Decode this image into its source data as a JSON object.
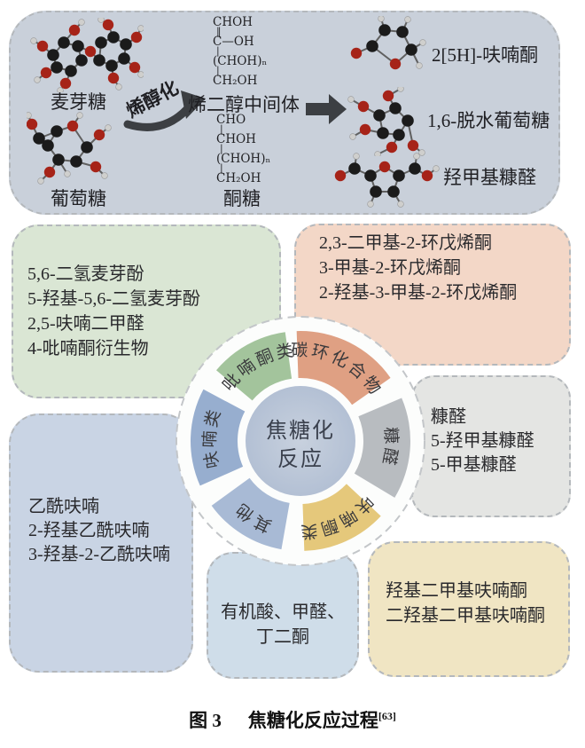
{
  "figure": {
    "caption_prefix": "图 3",
    "caption_title": "焦糖化反应过程",
    "caption_ref": "[63]"
  },
  "top_panel": {
    "maltose_label": "麦芽糖",
    "glucose_label": "葡萄糖",
    "enolization_label": "烯醇化",
    "enediol_lines": [
      "CHOH",
      "‖",
      "C—OH",
      "|",
      "(CHOH)ₙ",
      "|",
      "CH₂OH"
    ],
    "enediol_label": "烯二醇中间体",
    "ketose_lines": [
      "CHO",
      "|",
      "CHOH",
      "|",
      "(CHOH)ₙ",
      "|",
      "CH₂OH"
    ],
    "ketose_label": "酮糖",
    "products": [
      "2[5H]-呋喃酮",
      "1,6-脱水葡萄糖",
      "羟甲基糠醛"
    ]
  },
  "wheel": {
    "center_lines": [
      "焦糖化",
      "反应"
    ],
    "ring_colors": {
      "white_disc": "#fcfdfc",
      "center_fill_light": "#c8d1de",
      "center_fill_dark": "#b3c0d4"
    },
    "segments": [
      {
        "label": "碳环化合物",
        "color": "#dfa083",
        "start": -2,
        "end": 55
      },
      {
        "label": "糠醛",
        "color": "#b8bcc0",
        "start": 67,
        "end": 121
      },
      {
        "label": "呋喃酮类",
        "color": "#e5c87b",
        "start": 133,
        "end": 178
      },
      {
        "label": "其他",
        "color": "#a8bad5",
        "start": 190,
        "end": 234
      },
      {
        "label": "呋喃类",
        "color": "#97aecf",
        "start": 246,
        "end": 298
      },
      {
        "label": "吡喃酮类",
        "color": "#a3c49c",
        "start": 310,
        "end": 352
      }
    ]
  },
  "boxes": {
    "pyranones": {
      "color": "#dae6d4",
      "lines": [
        "5,6-二氢麦芽酚",
        "5-羟基-5,6-二氢麦芽酚",
        "2,5-呋喃二甲醛",
        "4-吡喃酮衍生物"
      ]
    },
    "carbocyclic": {
      "color": "#f3d7c7",
      "lines": [
        "2,3-二甲基-2-环戊烯酮",
        "3-甲基-2-环戊烯酮",
        "2-羟基-3-甲基-2-环戊烯酮"
      ]
    },
    "furfurals": {
      "color": "#e4e5e3",
      "lines": [
        "糠醛",
        "5-羟甲基糠醛",
        "5-甲基糠醛"
      ]
    },
    "furans": {
      "color": "#c9d4e4",
      "lines": [
        "乙酰呋喃",
        "2-羟基乙酰呋喃",
        "3-羟基-2-乙酰呋喃"
      ]
    },
    "others": {
      "color": "#cfdde9",
      "lines": [
        "有机酸、甲醛、",
        "丁二酮"
      ]
    },
    "furanones": {
      "color": "#f0e5c3",
      "lines": [
        "羟基二甲基呋喃酮",
        "二羟基二甲基呋喃酮"
      ]
    }
  }
}
